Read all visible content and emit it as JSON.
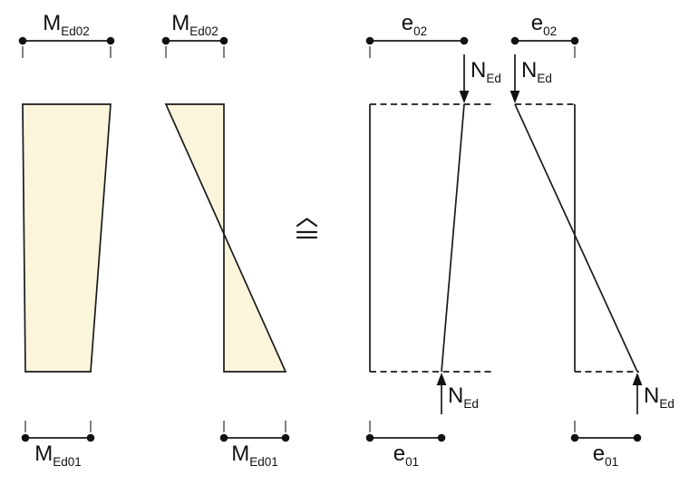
{
  "labels": {
    "moment_top": {
      "base": "M",
      "sub": "Ed02"
    },
    "moment_bottom": {
      "base": "M",
      "sub": "Ed01"
    },
    "axial_force": {
      "base": "N",
      "sub": "Ed"
    },
    "eccentricity_top": {
      "base": "e",
      "sub": "02"
    },
    "eccentricity_bottom": {
      "base": "e",
      "sub": "01"
    }
  },
  "symbols": {
    "equivalence": "≙"
  },
  "colors": {
    "moment_fill": "#FBF5DC",
    "line": "#1A1A1A"
  }
}
